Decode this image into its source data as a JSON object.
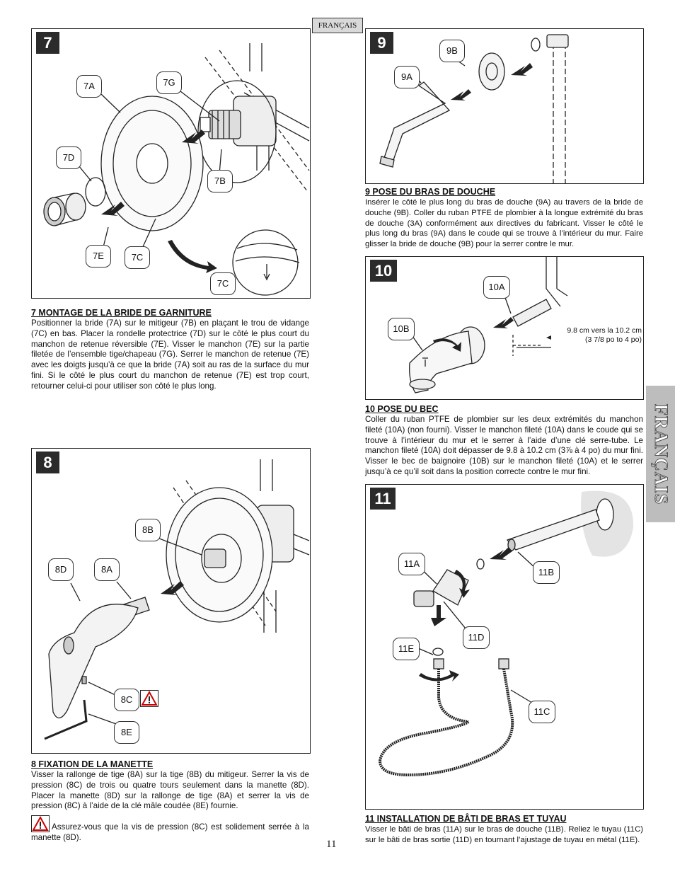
{
  "header": {
    "language_tag": "FRANÇAIS"
  },
  "side_tab": {
    "label": "FRANÇAIS"
  },
  "page_number": "11",
  "steps": {
    "s7": {
      "number": "7",
      "callouts": {
        "a": "7A",
        "g": "7G",
        "d": "7D",
        "b": "7B",
        "e": "7E",
        "c": "7C",
        "c2": "7C"
      },
      "title": "7   MONTAGE DE LA BRIDE DE GARNITURE",
      "body": "Positionner la bride (7A) sur le mitigeur (7B) en plaçant le trou de vidange (7C) en bas. Placer la rondelle protectrice (7D) sur le côté le plus court du manchon de retenue réversible (7E). Visser le manchon (7E) sur la partie filetée de l’ensemble tige/chapeau (7G). Serrer le manchon de retenue (7E) avec les doigts jusqu’à ce que la bride (7A) soit au ras de la surface du mur fini. Si le côté le plus court du manchon de retenue (7E) est trop court, retourner celui-ci pour utiliser son côté le plus long."
    },
    "s8": {
      "number": "8",
      "callouts": {
        "b": "8B",
        "d": "8D",
        "a": "8A",
        "c": "8C",
        "e": "8E"
      },
      "title": "8   FIXATION DE LA MANETTE",
      "body": "Visser la rallonge de tige (8A) sur la tige (8B) du mitigeur. Serrer la vis de pression (8C) de trois ou quatre tours seulement dans la manette (8D). Placer la manette (8D) sur la rallonge de tige (8A) et serrer la vis de pression (8C) à l’aide de la clé mâle coudée (8E) fournie.",
      "warning": "Assurez-vous que la vis de pression (8C) est solidement serrée à la manette (8D)."
    },
    "s9": {
      "number": "9",
      "callouts": {
        "b": "9B",
        "a": "9A"
      },
      "title": "9   POSE DU BRAS DE DOUCHE",
      "body": "Insérer le côté le plus long du bras de douche (9A) au travers de la bride de douche (9B). Coller du ruban PTFE de plombier à la longue extrémité du bras de douche (3A) conformément aux directives du fabricant. Visser le côté le plus long du bras (9A) dans le coude qui se trouve à l’intérieur du mur. Faire glisser la bride de douche (9B) pour la serrer contre le mur."
    },
    "s10": {
      "number": "10",
      "callouts": {
        "a": "10A",
        "b": "10B"
      },
      "measure_line1": "9.8 cm vers la 10.2 cm",
      "measure_line2": "(3 7/8 po to 4 po)",
      "title": "10   POSE DU BEC",
      "body": "Coller du ruban PTFE de plombier sur les deux extrémités du manchon fileté (10A) (non fourni). Visser le manchon fileté (10A) dans le coude qui se trouve à l’intérieur du mur et le serrer à l’aide d’une clé serre-tube. Le manchon fileté (10A) doit dépasser de 9.8 à 10.2 cm (3⅞ à 4 po) du mur fini. Visser le bec de baignoire (10B) sur le manchon fileté (10A) et le serrer jusqu’à ce qu’il soit dans la position correcte contre le mur fini."
    },
    "s11": {
      "number": "11",
      "callouts": {
        "a": "11A",
        "b": "11B",
        "d": "11D",
        "e": "11E",
        "c": "11C"
      },
      "title": "11  INSTALLATION DE BÂTI DE BRAS ET TUYAU",
      "body": "Visser le bâti de bras (11A) sur le bras de douche (11B). Reliez le tuyau (11C) sur le bâti de bras sortie (11D) en tournant l’ajustage de tuyau en métal (11E)."
    }
  }
}
